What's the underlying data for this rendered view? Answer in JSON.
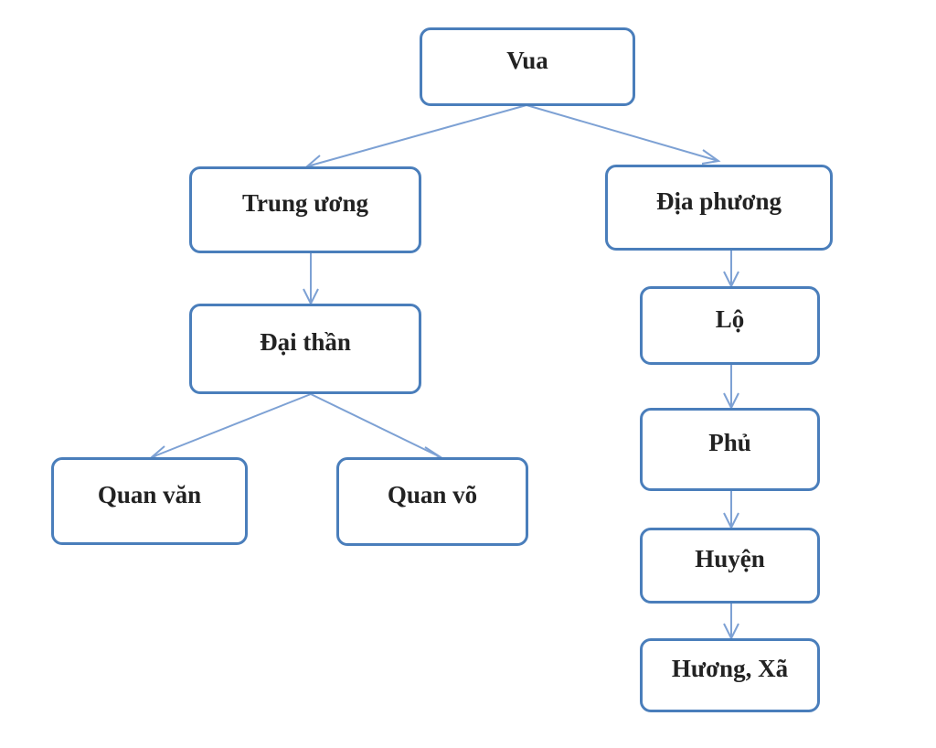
{
  "diagram": {
    "type": "hierarchy",
    "colors": {
      "box_border": "#4a7ebb",
      "connector": "#7da1d4",
      "text": "#222222"
    },
    "nodes": {
      "vua": "Vua",
      "trung_uong": "Trung ương",
      "dia_phuong": "Địa phương",
      "dai_than": "Đại thần",
      "quan_van": "Quan văn",
      "quan_vo": "Quan võ",
      "lo": "Lộ",
      "phu": "Phủ",
      "huyen": "Huyện",
      "huong_xa": "Hương, Xã"
    },
    "edges": [
      [
        "vua",
        "trung_uong"
      ],
      [
        "vua",
        "dia_phuong"
      ],
      [
        "trung_uong",
        "dai_than"
      ],
      [
        "dai_than",
        "quan_van"
      ],
      [
        "dai_than",
        "quan_vo"
      ],
      [
        "dia_phuong",
        "lo"
      ],
      [
        "lo",
        "phu"
      ],
      [
        "phu",
        "huyen"
      ],
      [
        "huyen",
        "huong_xa"
      ]
    ]
  }
}
